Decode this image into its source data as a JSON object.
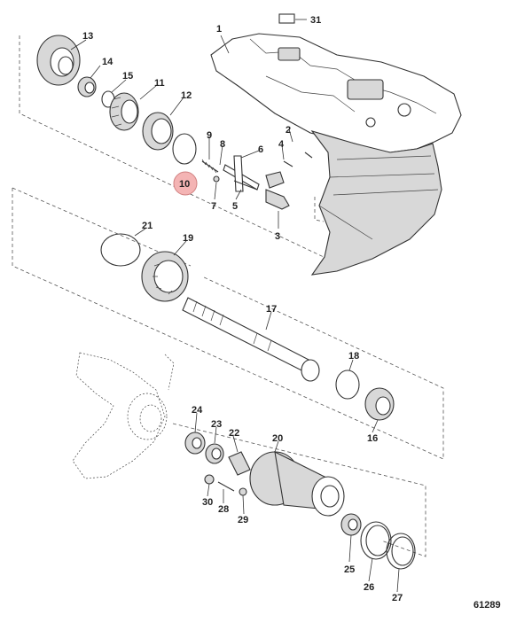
{
  "diagram": {
    "document_number": "61289",
    "highlight_color": "#f4b4b4",
    "line_color": "#333333",
    "callouts": [
      {
        "id": "c1",
        "label": "1"
      },
      {
        "id": "c2",
        "label": "2"
      },
      {
        "id": "c3",
        "label": "3"
      },
      {
        "id": "c4",
        "label": "4"
      },
      {
        "id": "c5",
        "label": "5"
      },
      {
        "id": "c6",
        "label": "6"
      },
      {
        "id": "c7",
        "label": "7"
      },
      {
        "id": "c8",
        "label": "8"
      },
      {
        "id": "c9",
        "label": "9"
      },
      {
        "id": "c10",
        "label": "10",
        "highlighted": true
      },
      {
        "id": "c11",
        "label": "11"
      },
      {
        "id": "c12",
        "label": "12"
      },
      {
        "id": "c13",
        "label": "13"
      },
      {
        "id": "c14",
        "label": "14"
      },
      {
        "id": "c15",
        "label": "15"
      },
      {
        "id": "c16",
        "label": "16"
      },
      {
        "id": "c17",
        "label": "17"
      },
      {
        "id": "c18",
        "label": "18"
      },
      {
        "id": "c19",
        "label": "19"
      },
      {
        "id": "c20",
        "label": "20"
      },
      {
        "id": "c21",
        "label": "21"
      },
      {
        "id": "c22",
        "label": "22"
      },
      {
        "id": "c23",
        "label": "23"
      },
      {
        "id": "c24",
        "label": "24"
      },
      {
        "id": "c25",
        "label": "25"
      },
      {
        "id": "c26",
        "label": "26"
      },
      {
        "id": "c27",
        "label": "27"
      },
      {
        "id": "c28",
        "label": "28"
      },
      {
        "id": "c29",
        "label": "29"
      },
      {
        "id": "c30",
        "label": "30"
      },
      {
        "id": "c31",
        "label": "31"
      }
    ]
  }
}
